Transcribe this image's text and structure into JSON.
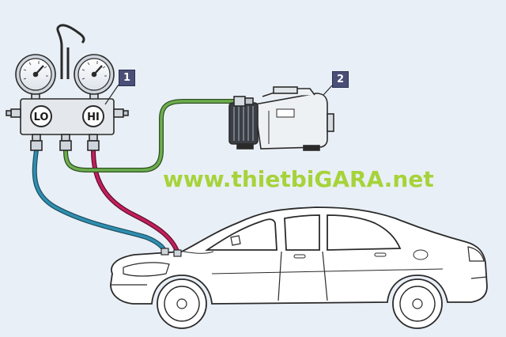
{
  "gauge_labels": {
    "lo": "LO",
    "hi": "HI"
  },
  "callouts": {
    "manifold": "1",
    "vacuum_pump": "2"
  },
  "watermark": {
    "text": "www.thietbiGARA.net",
    "color": "#a6d33a"
  },
  "colors": {
    "background": "#e9eff6",
    "lo_hose": "#2f8fb0",
    "hi_hose": "#c21f5c",
    "service_hose": "#6cae4e",
    "outline": "#2a2a2a",
    "callout_bg": "#4a4f78"
  },
  "icons": [
    "gauge-manifold-icon",
    "vacuum-pump-icon",
    "car-sedan-icon"
  ]
}
